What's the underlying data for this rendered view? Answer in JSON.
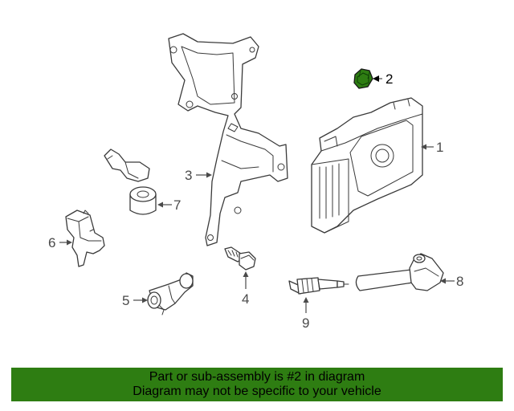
{
  "callouts": {
    "c1": "1",
    "c2": "2",
    "c3": "3",
    "c4": "4",
    "c5": "5",
    "c6": "6",
    "c7": "7",
    "c8": "8"
  },
  "highlighted_part": "2",
  "banner": {
    "line1": "Part or sub-assembly is #2 in diagram",
    "line2": "Diagram may not be specific to your vehicle"
  },
  "colors": {
    "banner_bg": "#2e7d12",
    "highlight_part": "#2e7d12",
    "linework": "#3a3a3a"
  }
}
